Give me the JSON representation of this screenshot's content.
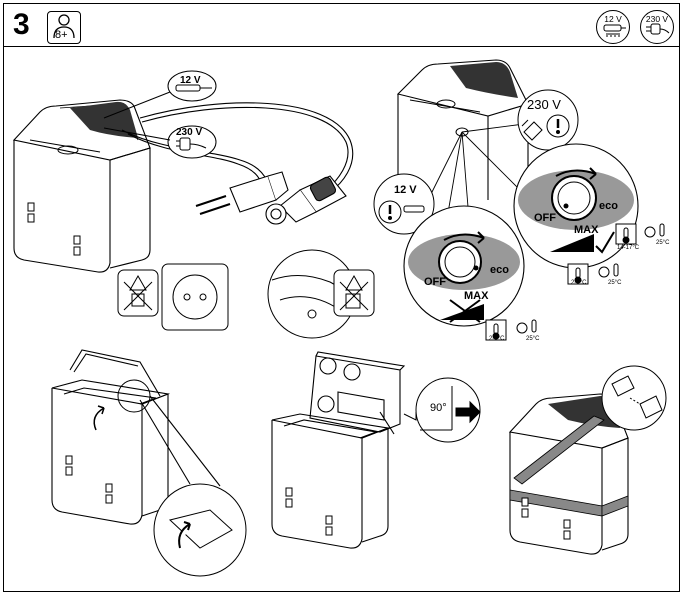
{
  "step": {
    "number": "3",
    "age_label": "8+"
  },
  "header_badges": {
    "badge_12v": "12 V",
    "badge_230v": "230 V"
  },
  "callouts": {
    "cable_12v": "12 V",
    "cable_230v": "230 V",
    "warn_230v": "230 V",
    "warn_12v": "12 V"
  },
  "dial_top": {
    "off": "OFF",
    "max": "MAX",
    "eco": "eco",
    "temp_range": "14-17°C",
    "temp_ambient": "25°C"
  },
  "dial_bottom": {
    "off": "OFF",
    "max": "MAX",
    "eco": "eco",
    "temp_cold": "2-7°C",
    "temp_ambient": "25°C"
  },
  "dial_mid_temps": {
    "temp_cold": "2-7°C",
    "temp_ambient": "25°C"
  },
  "hinge": {
    "angle": "90°"
  },
  "colors": {
    "stroke": "#000000",
    "dial_bg": "#999999",
    "panel_stripe": "#333333",
    "strap": "#888888"
  }
}
